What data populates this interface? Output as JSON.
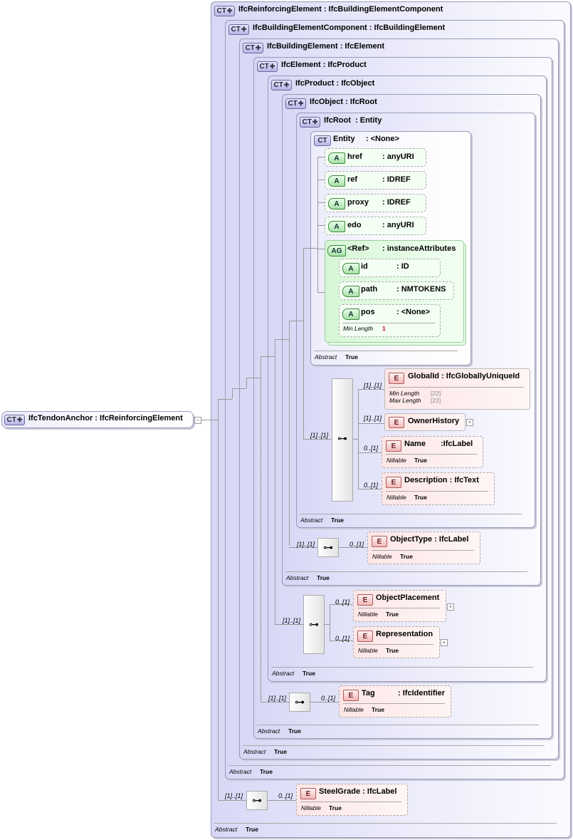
{
  "nodes": {
    "tendon": {
      "name": "IfcTendonAnchor",
      "sep": ":",
      "type": "IfcReinforcingElement"
    },
    "c1": {
      "name": "IfcReinforcingElement",
      "sep": ":",
      "type": "IfcBuildingElementComponent"
    },
    "c2": {
      "name": "IfcBuildingElementComponent",
      "sep": ":",
      "type": "IfcBuildingElement"
    },
    "c3": {
      "name": "IfcBuildingElement",
      "sep": ":",
      "type": "IfcElement"
    },
    "c4": {
      "name": "IfcElement",
      "sep": ":",
      "type": "IfcProduct"
    },
    "c5": {
      "name": "IfcProduct",
      "sep": ":",
      "type": "IfcObject"
    },
    "c6": {
      "name": "IfcObject",
      "sep": ":",
      "type": "IfcRoot"
    },
    "c7": {
      "name": "IfcRoot",
      "sep": ":",
      "type": "Entity"
    },
    "entity": {
      "name": "Entity",
      "sep": ":",
      "type": "<None>"
    }
  },
  "badges": {
    "ct": "CT",
    "a": "A",
    "ag": "AG",
    "e": "E"
  },
  "attributes": {
    "href": {
      "name": "href",
      "sep": ":",
      "type": "anyURI"
    },
    "ref": {
      "name": "ref",
      "sep": ":",
      "type": "IDREF"
    },
    "proxy": {
      "name": "proxy",
      "sep": ":",
      "type": "IDREF"
    },
    "edo": {
      "name": "edo",
      "sep": ":",
      "type": "anyURI"
    },
    "group": {
      "name": "<Ref>",
      "sep": ":",
      "type": "instanceAttributes"
    },
    "id": {
      "name": "id",
      "sep": ":",
      "type": "ID"
    },
    "path": {
      "name": "path",
      "sep": ":",
      "type": "NMTOKENS"
    },
    "pos": {
      "name": "pos",
      "sep": ":",
      "type": "<None>",
      "facet_label": "Min Length",
      "facet_value": "1"
    }
  },
  "elements": {
    "globalid": {
      "name": "GlobalId",
      "sep": ":",
      "type": "IfcGloballyUniqueId",
      "facet1_label": "Min Length",
      "facet1_value": "[22]",
      "facet2_label": "Max Length",
      "facet2_value": "[22]"
    },
    "ownerhistory": {
      "name": "OwnerHistory"
    },
    "name": {
      "name": "Name",
      "sep": ":",
      "type": "IfcLabel"
    },
    "description": {
      "name": "Description",
      "sep": ":",
      "type": "IfcText"
    },
    "objecttype": {
      "name": "ObjectType",
      "sep": ":",
      "type": "IfcLabel"
    },
    "objectplacement": {
      "name": "ObjectPlacement"
    },
    "representation": {
      "name": "Representation"
    },
    "tag": {
      "name": "Tag",
      "sep": ":",
      "type": "IfcIdentifier"
    },
    "steelgrade": {
      "name": "SteelGrade",
      "sep": ":",
      "type": "IfcLabel"
    }
  },
  "labels": {
    "abstract": "Abstract",
    "nillable": "Nillable",
    "true_value": "True"
  },
  "multiplicity": {
    "one": "[1]..[1]",
    "zero_one": "0..[1]"
  }
}
